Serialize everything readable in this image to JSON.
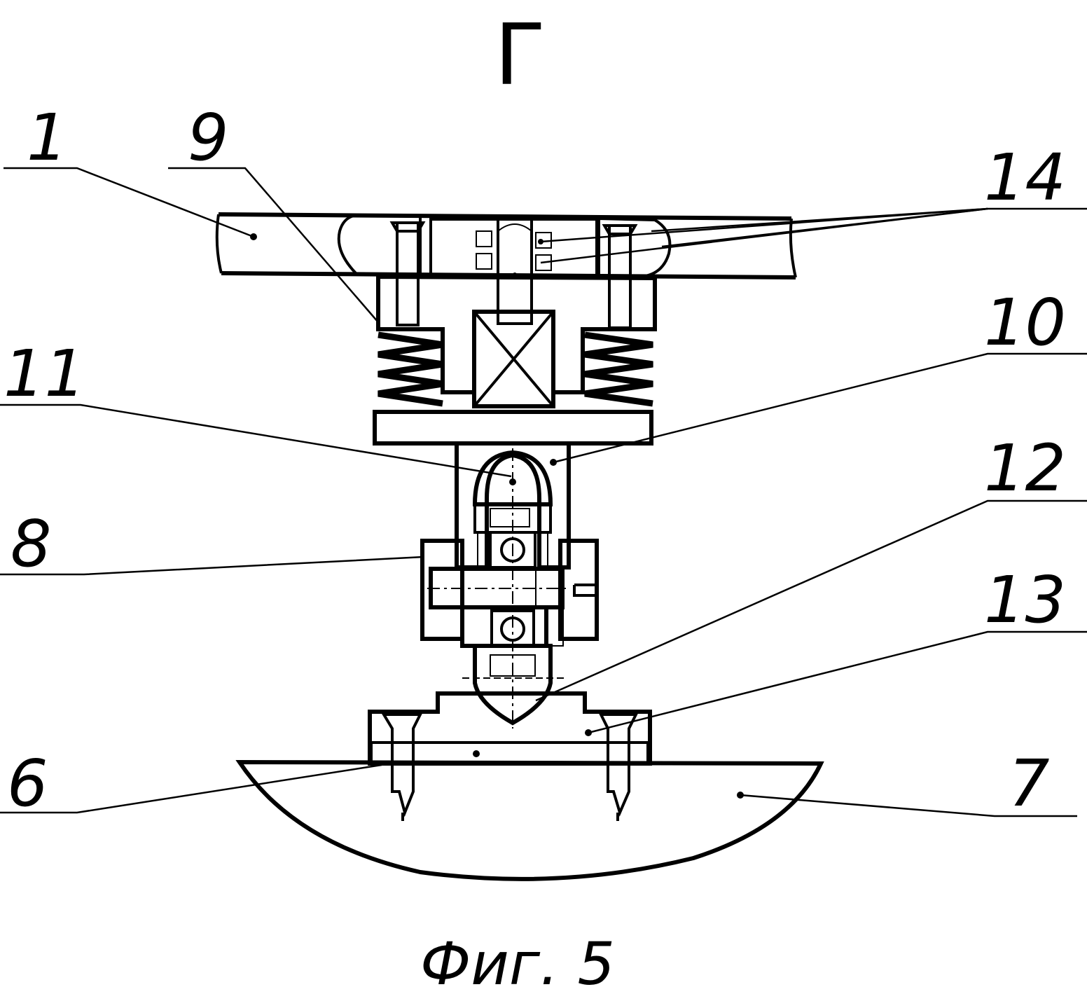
{
  "view_label": "Г",
  "caption": "Фиг. 5",
  "callouts": {
    "c1": "1",
    "c9": "9",
    "c14": "14",
    "c10": "10",
    "c11": "11",
    "c12": "12",
    "c8": "8",
    "c13": "13",
    "c6": "6",
    "c7": "7"
  }
}
